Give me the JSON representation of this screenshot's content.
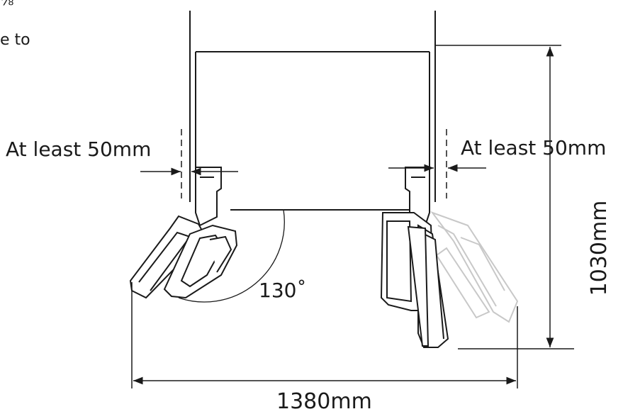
{
  "fragments": {
    "top_fragment": "⅞\"",
    "side_fragment": "e to"
  },
  "labels": {
    "left_clearance": "At least 50mm",
    "right_clearance": "At least 50mm",
    "door_angle": "130˚",
    "total_width": "1380mm",
    "total_depth": "1030mm"
  },
  "colors": {
    "line": "#1a1a1a",
    "faded_door": "#c8c8c8",
    "door_fill": "#ffffff"
  }
}
